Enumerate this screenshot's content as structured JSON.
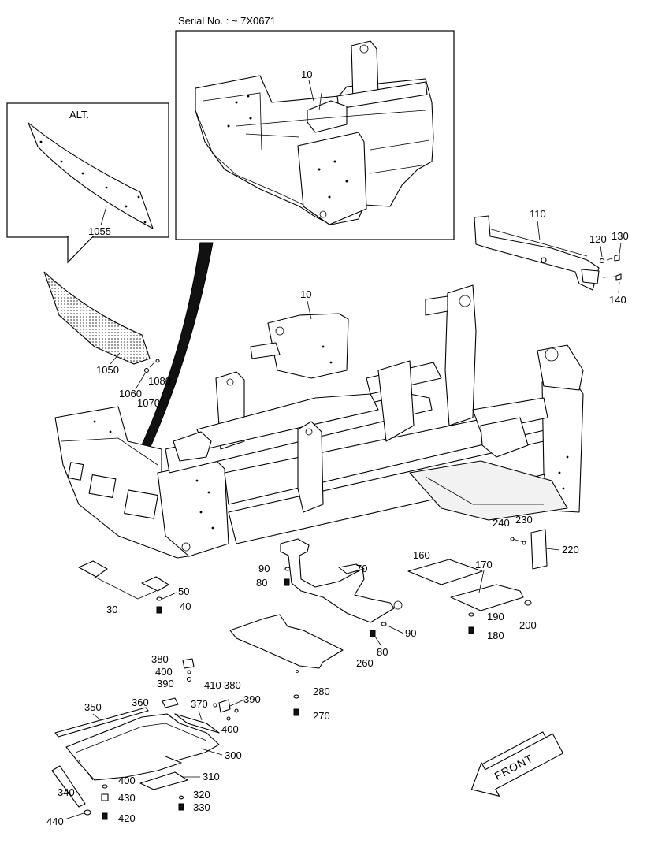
{
  "serial_label": "Serial No. : ~ 7X0671",
  "alt_label": "ALT.",
  "front_label": "FRONT",
  "callouts": {
    "c10_inset": "10",
    "c1055": "1055",
    "c110": "110",
    "c120": "120",
    "c130": "130",
    "c140": "140",
    "c10_main": "10",
    "c1050": "1050",
    "c1080": "1080",
    "c1060": "1060",
    "c1070": "1070",
    "c240": "240",
    "c230": "230",
    "c220": "220",
    "c160": "160",
    "c170": "170",
    "c90_a": "90",
    "c80_a": "80",
    "c70": "70",
    "c30": "30",
    "c50": "50",
    "c40": "40",
    "c190": "190",
    "c180": "180",
    "c200": "200",
    "c90_b": "90",
    "c80_b": "80",
    "c260": "260",
    "c380_a": "380",
    "c400_a": "400",
    "c390_a": "390",
    "c410": "410",
    "c380_b": "380",
    "c390_b": "390",
    "c400_b": "400",
    "c360": "360",
    "c370": "370",
    "c350": "350",
    "c280": "280",
    "c270": "270",
    "c300": "300",
    "c310": "310",
    "c400_c": "400",
    "c430": "430",
    "c320": "320",
    "c330": "330",
    "c340": "340",
    "c440": "440",
    "c420": "420"
  }
}
